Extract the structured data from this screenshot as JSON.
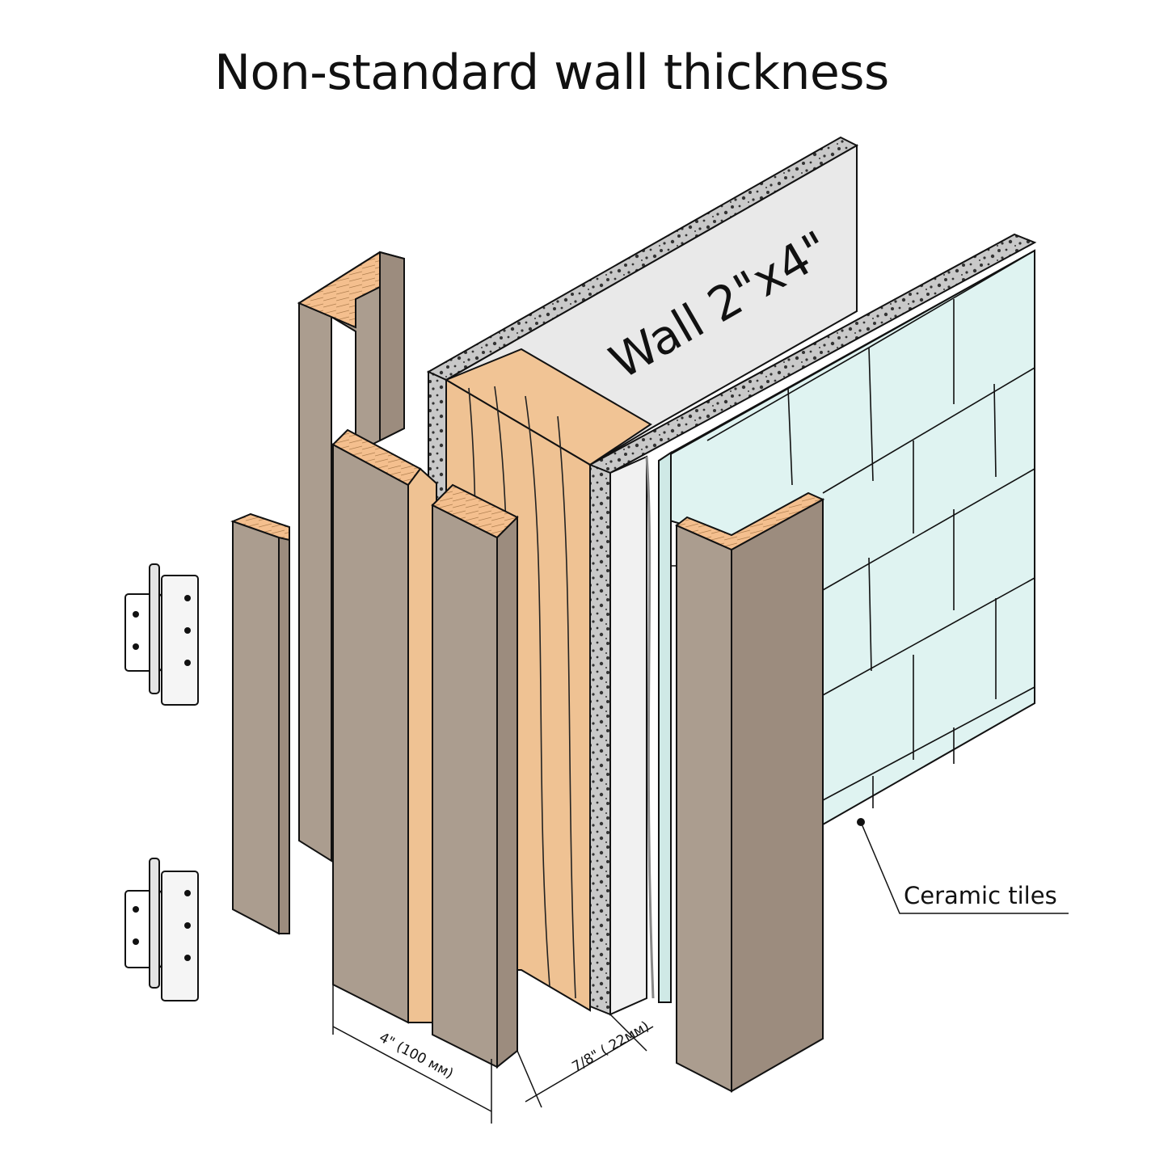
{
  "title": "Non-standard wall thickness",
  "labels": {
    "wall": "Wall 2\"x4\"",
    "tiles": "Ceramic tiles",
    "dim_width": "4\" (100 мм)",
    "dim_offset": "7/8\" ( 22мм)"
  },
  "colors": {
    "frame": "#ab9d8f",
    "frame_dark": "#9c8c7e",
    "wood": "#efc293",
    "wood_end": "#f4bf8e",
    "tile": "#dff3f1",
    "drywall": "#e9e9e9",
    "outline": "#111111"
  }
}
